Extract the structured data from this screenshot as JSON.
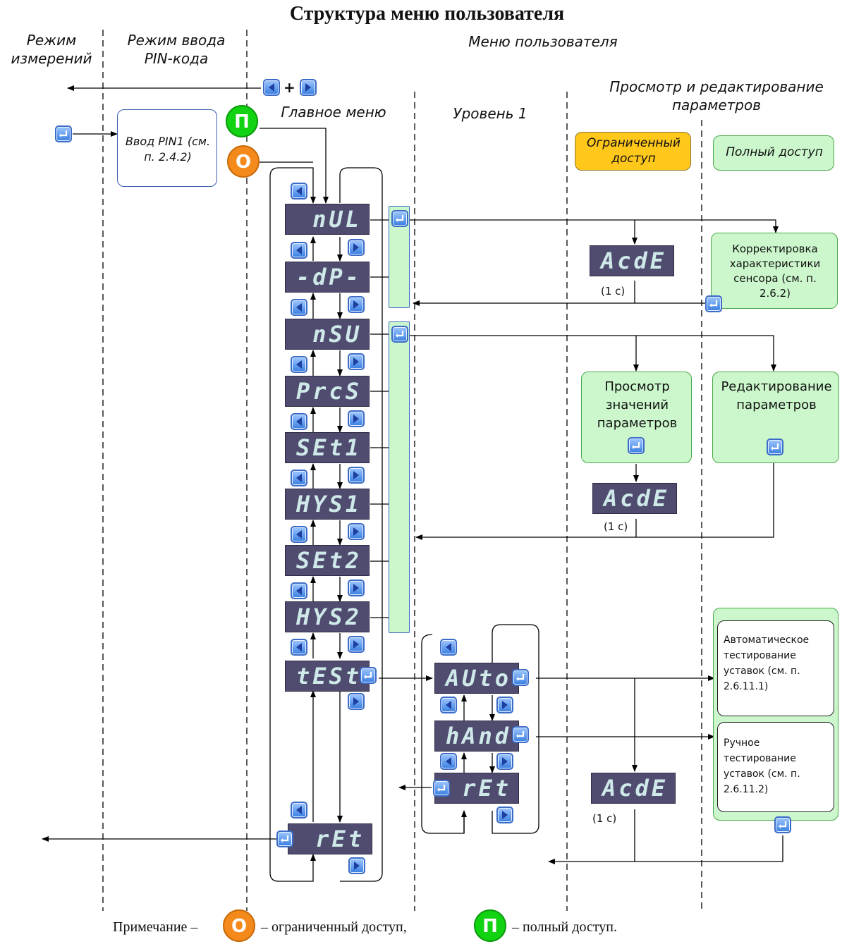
{
  "title": "Структура меню пользователя",
  "columns": {
    "measure_mode": "Режим измерений",
    "pin_mode": "Режим ввода PIN-кода",
    "user_menu": "Меню пользователя",
    "view_edit": "Просмотр и редактирование параметров",
    "main_menu": "Главное меню",
    "level1": "Уровень 1",
    "limited_access": "Ограниченный доступ",
    "full_access": "Полный доступ"
  },
  "pin_box": "Ввод PIN1 (см. п. 2.4.2)",
  "combo_plus": "+",
  "badges": {
    "full": "П",
    "limited": "О"
  },
  "main_items": [
    "nUL",
    "-dP-",
    "nSU",
    "PrcS",
    "SEt1",
    "HYS1",
    "SEt2",
    "HYS2",
    "tESt",
    "rEt"
  ],
  "level1_items": [
    "AUto",
    "hAnd",
    "rEt"
  ],
  "acde_display": "AcdE",
  "acde_time": "(1 с)",
  "boxes": {
    "sensor_correction": "Корректировка характеристики сенсора (см. п. 2.6.2)",
    "view_params": "Просмотр значений параметров",
    "edit_params": "Редактирование параметров",
    "auto_test": "Автоматическое тестирование уставок (см. п. 2.6.11.1)",
    "manual_test": "Ручное тестирование уставок (см. п. 2.6.11.2)"
  },
  "note": {
    "prefix": "Примечание –",
    "limited_text": "– ограниченный доступ,",
    "full_text": "– полный доступ."
  },
  "colors": {
    "lcd_bg": "#4f4c70",
    "lcd_text": "#cfe9e9",
    "green_box": "#ccf7cc",
    "yellow_box": "#ffc81a",
    "badge_green": "#11d311",
    "badge_orange": "#f58a1c",
    "button_blue": "#3a7fe0"
  }
}
